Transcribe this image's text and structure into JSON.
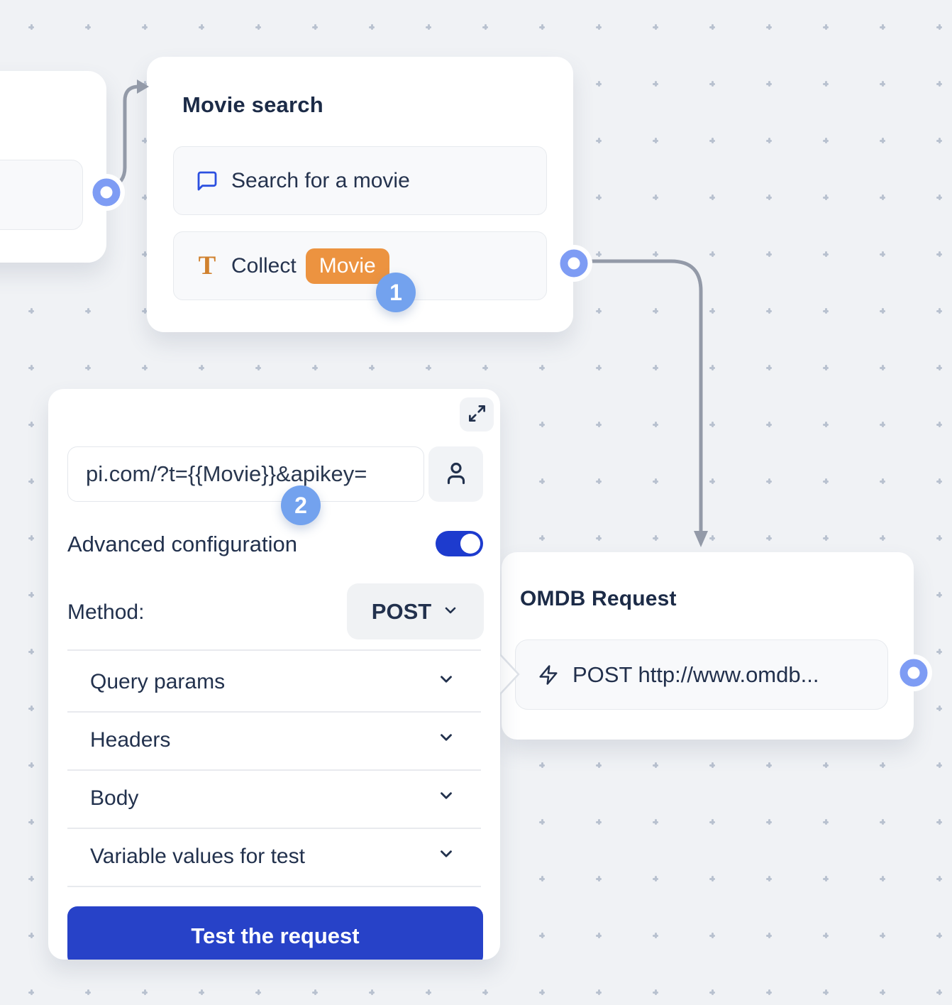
{
  "movie_node": {
    "title": "Movie search",
    "search_item": {
      "icon": "chat-bubble",
      "label": "Search for a movie"
    },
    "collect_item": {
      "icon": "text-T",
      "label": "Collect",
      "variable_chip": "Movie"
    },
    "step_badge": "1"
  },
  "request_panel": {
    "url_value": "pi.com/?t={{Movie}}&apikey=",
    "step_badge": "2",
    "advanced_toggle_label": "Advanced configuration",
    "advanced_toggle_state": "on",
    "method_label": "Method:",
    "method_value": "POST",
    "sections": [
      {
        "label": "Query params"
      },
      {
        "label": "Headers"
      },
      {
        "label": "Body"
      },
      {
        "label": "Variable values for test"
      }
    ],
    "test_button_label": "Test the request",
    "icons": [
      "expand-icon",
      "person-icon",
      "chevron-down-icon"
    ]
  },
  "omdb_node": {
    "title": "OMDB Request",
    "request_item": {
      "icon": "lightning-bolt",
      "label": "POST http://www.omdb..."
    }
  },
  "colors": {
    "canvas_bg": "#f0f2f5",
    "dot_gray": "#b9c2d0",
    "connector_gray": "#939aa8",
    "port_blue": "#7e9cf4",
    "step_badge_blue": "#73a2ee",
    "chip_orange": "#ec9340",
    "toggle_blue": "#1d3bce",
    "button_blue": "#2742c8",
    "title_navy": "#1c2b47"
  }
}
